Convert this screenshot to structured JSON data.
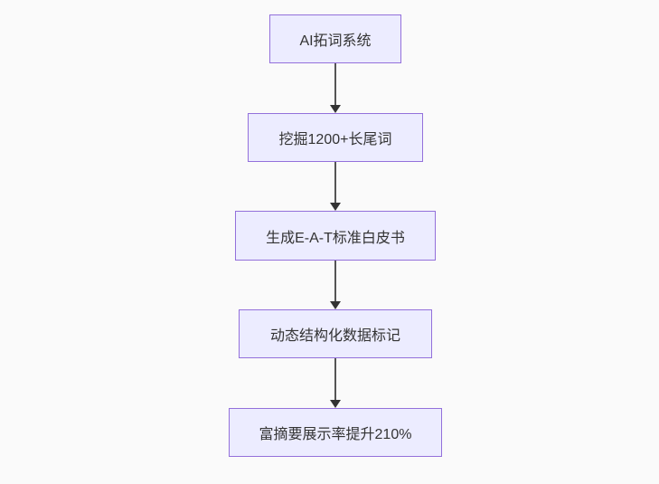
{
  "diagram": {
    "type": "flowchart-top-down",
    "nodes": [
      {
        "id": "A",
        "label": "AI拓词系统"
      },
      {
        "id": "B",
        "label": "挖掘1200+长尾词"
      },
      {
        "id": "C",
        "label": "生成E-A-T标准白皮书"
      },
      {
        "id": "D",
        "label": "动态结构化数据标记"
      },
      {
        "id": "E",
        "label": "富摘要展示率提升210%"
      }
    ],
    "edges": [
      {
        "from": "A",
        "to": "B"
      },
      {
        "from": "B",
        "to": "C"
      },
      {
        "from": "C",
        "to": "D"
      },
      {
        "from": "D",
        "to": "E"
      }
    ],
    "colors": {
      "node_fill": "#ECECFF",
      "node_border": "#9370DB",
      "node_text": "#333333",
      "arrow_line": "#555555",
      "arrow_head": "#333333",
      "background": "#fafafa"
    }
  }
}
